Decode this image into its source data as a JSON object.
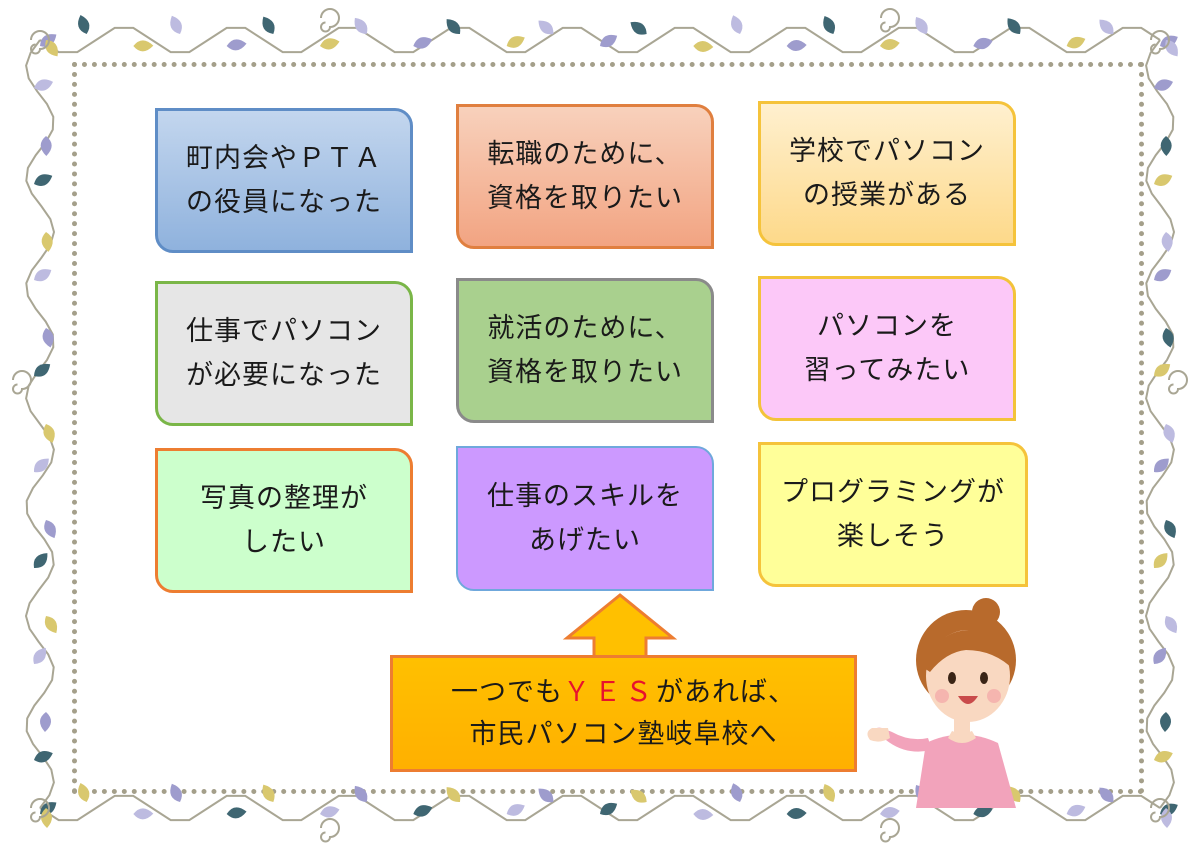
{
  "cards": [
    {
      "id": "box-1",
      "lines": [
        "町内会やＰＴＡ",
        "の役員になった"
      ]
    },
    {
      "id": "box-2",
      "lines": [
        "転職のために、",
        "資格を取りたい"
      ]
    },
    {
      "id": "box-3",
      "lines": [
        "学校でパソコン",
        "の授業がある"
      ]
    },
    {
      "id": "box-4",
      "lines": [
        "仕事でパソコン",
        "が必要になった"
      ]
    },
    {
      "id": "box-5",
      "lines": [
        "就活のために、",
        "資格を取りたい"
      ]
    },
    {
      "id": "box-6",
      "lines": [
        "パソコンを",
        "習ってみたい"
      ]
    },
    {
      "id": "box-7",
      "lines": [
        "写真の整理が",
        "したい"
      ]
    },
    {
      "id": "box-8",
      "lines": [
        "仕事のスキルを",
        "あげたい"
      ]
    },
    {
      "id": "box-9",
      "lines": [
        "プログラミングが",
        "楽しそう"
      ]
    }
  ],
  "callout": {
    "prefix": "一つでも",
    "highlight": "ＹＥＳ",
    "suffix": "があれば、",
    "line2": "市民パソコン塾岐阜校へ"
  },
  "colors": {
    "highlight": "#e8112d",
    "callout_fill": "#ffc000",
    "callout_border": "#ed7d31"
  },
  "decorations": {
    "frame": "dotted-frame",
    "vine": "leafy-vine-border",
    "illustration": "woman-presenting-icon"
  }
}
